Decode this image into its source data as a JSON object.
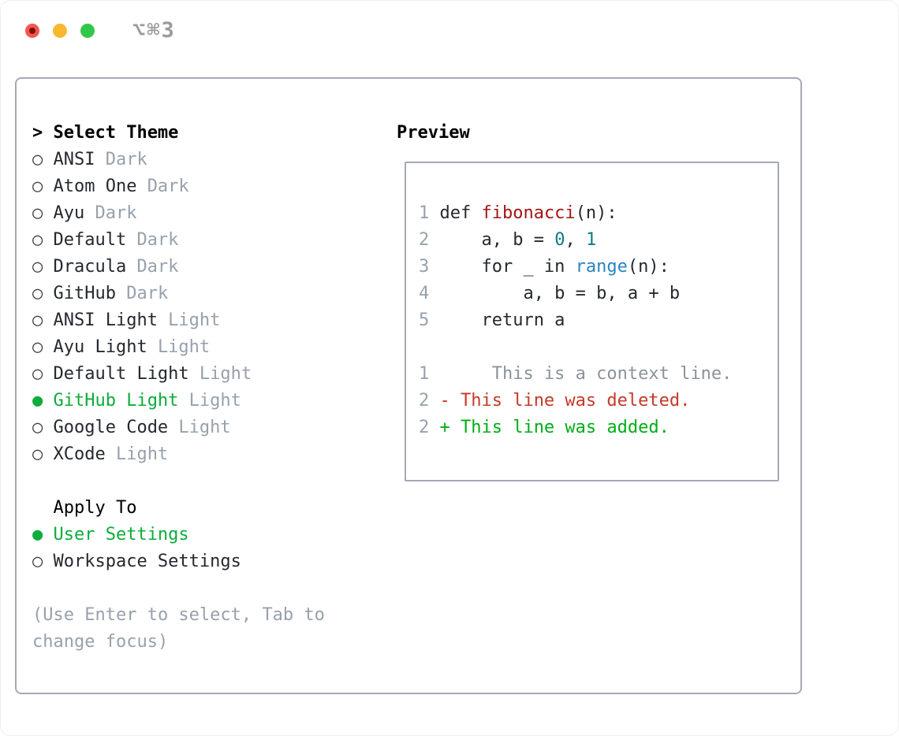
{
  "window": {
    "title_shortcut": "⌥⌘3"
  },
  "colors": {
    "accent_green": "#0dac3c",
    "added_green": "#00ad15",
    "deleted_red": "#c43a28",
    "function_red": "#a41515",
    "number_teal": "#0e7c80",
    "builtin_blue": "#2985c0",
    "muted_gray": "#97a1ad",
    "border_gray": "#a3aab5",
    "traffic_red": "#f4574d",
    "traffic_yellow": "#f8b832",
    "traffic_green": "#33c74a"
  },
  "theme_selector": {
    "prompt": ">",
    "title": "Select Theme",
    "items": [
      {
        "marker": "○",
        "name": "ANSI",
        "variant": "Dark",
        "selected": false
      },
      {
        "marker": "○",
        "name": "Atom One",
        "variant": "Dark",
        "selected": false
      },
      {
        "marker": "○",
        "name": "Ayu",
        "variant": "Dark",
        "selected": false
      },
      {
        "marker": "○",
        "name": "Default",
        "variant": "Dark",
        "selected": false
      },
      {
        "marker": "○",
        "name": "Dracula",
        "variant": "Dark",
        "selected": false
      },
      {
        "marker": "○",
        "name": "GitHub",
        "variant": "Dark",
        "selected": false
      },
      {
        "marker": "○",
        "name": "ANSI Light",
        "variant": "Light",
        "selected": false
      },
      {
        "marker": "○",
        "name": "Ayu Light",
        "variant": "Light",
        "selected": false
      },
      {
        "marker": "○",
        "name": "Default Light",
        "variant": "Light",
        "selected": false
      },
      {
        "marker": "●",
        "name": "GitHub Light",
        "variant": "Light",
        "selected": true
      },
      {
        "marker": "○",
        "name": "Google Code",
        "variant": "Light",
        "selected": false
      },
      {
        "marker": "○",
        "name": "XCode",
        "variant": "Light",
        "selected": false
      }
    ]
  },
  "apply_to": {
    "title": "Apply To",
    "options": [
      {
        "marker": "●",
        "name": "User Settings",
        "selected": true
      },
      {
        "marker": "○",
        "name": "Workspace Settings",
        "selected": false
      }
    ]
  },
  "hint": {
    "line1": "(Use Enter to select, Tab to",
    "line2": "change focus)"
  },
  "preview": {
    "title": "Preview",
    "lines": [
      {
        "num": "1",
        "segments": [
          {
            "text": "def ",
            "style": "code"
          },
          {
            "text": "fibonacci",
            "style": "function"
          },
          {
            "text": "(n):",
            "style": "code"
          }
        ]
      },
      {
        "num": "2",
        "segments": [
          {
            "text": "    a, b = ",
            "style": "code"
          },
          {
            "text": "0",
            "style": "number"
          },
          {
            "text": ", ",
            "style": "code"
          },
          {
            "text": "1",
            "style": "number"
          }
        ]
      },
      {
        "num": "3",
        "segments": [
          {
            "text": "    for _ in ",
            "style": "code"
          },
          {
            "text": "range",
            "style": "builtin"
          },
          {
            "text": "(n):",
            "style": "code"
          }
        ]
      },
      {
        "num": "4",
        "segments": [
          {
            "text": "        a, b = b, a + b",
            "style": "code"
          }
        ]
      },
      {
        "num": "5",
        "segments": [
          {
            "text": "    return a",
            "style": "code"
          }
        ]
      },
      {
        "num": "",
        "segments": []
      },
      {
        "num": "1",
        "segments": [
          {
            "text": "     This is a context line.",
            "style": "context"
          }
        ]
      },
      {
        "num": "2",
        "segments": [
          {
            "text": "- This line was deleted.",
            "style": "deleted"
          }
        ]
      },
      {
        "num": "2",
        "segments": [
          {
            "text": "+ This line was added.",
            "style": "added"
          }
        ]
      }
    ]
  }
}
